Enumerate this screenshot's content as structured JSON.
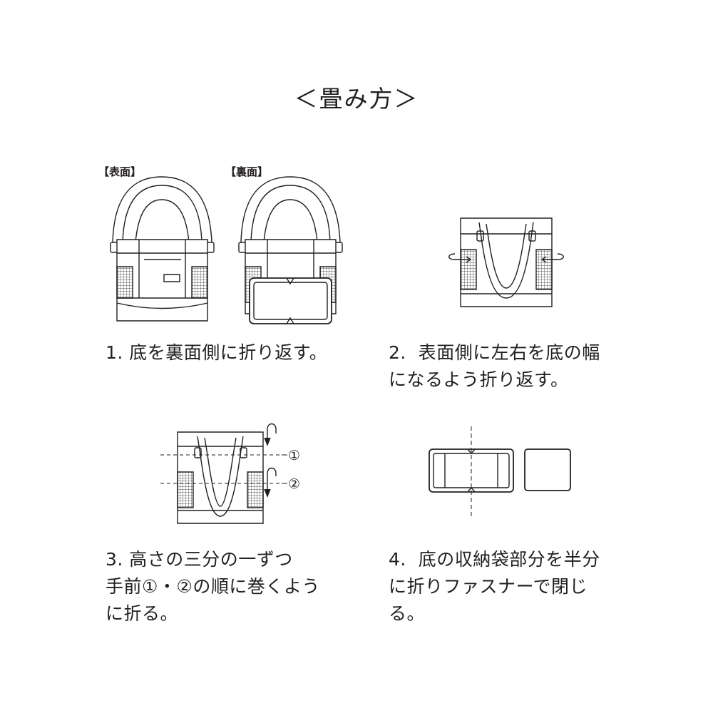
{
  "title": "＜畳み方＞",
  "labels": {
    "front": "【表面】",
    "back": "【裏面】"
  },
  "markers": {
    "one": "①",
    "two": "②"
  },
  "steps": [
    {
      "text": "1. 底を裏面側に折り返す。"
    },
    {
      "text": "2.  表面側に左右を底の幅\nになるよう折り返す。"
    },
    {
      "text": "3. 高さの三分の一ずつ\n手前①・②の順に巻くよう\nに折る。"
    },
    {
      "text": "4.  底の収納袋部分を半分\nに折りファスナーで閉じ\nる。"
    }
  ],
  "colors": {
    "line": "#231f20",
    "background": "#ffffff"
  }
}
